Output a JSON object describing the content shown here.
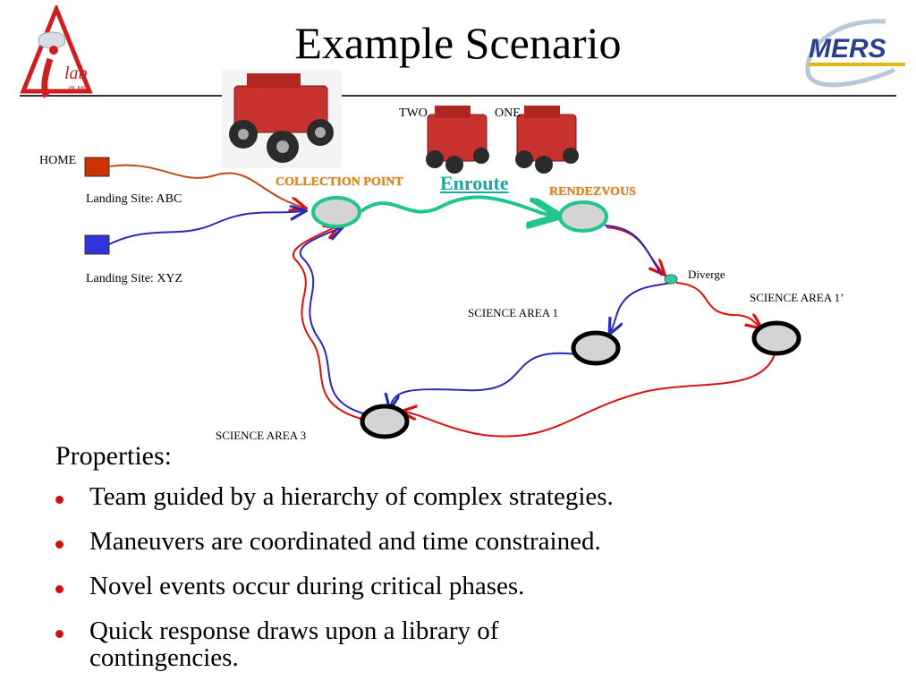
{
  "slide": {
    "title": "Example Scenario",
    "logos": {
      "left": "lab",
      "left_sub": "@ MIT",
      "right": "MERS"
    }
  },
  "diagram": {
    "robot_labels": {
      "two": "TWO",
      "one": "ONE"
    },
    "home_label": "HOME",
    "landing_abc": "Landing Site: ABC",
    "landing_xyz": "Landing Site: XYZ",
    "collection_point": "COLLECTION POINT",
    "enroute": "Enroute",
    "rendezvous": "RENDEZVOUS",
    "diverge": "Diverge",
    "science_area_1": "SCIENCE AREA 1",
    "science_area_1p": "SCIENCE AREA 1’",
    "science_area_3": "SCIENCE AREA 3",
    "colors": {
      "red_path": "#dd1111",
      "blue_path": "#2a2ab8",
      "green_path": "#22c48e",
      "orange_label": "#d98b1c",
      "home_box": "#cc3300",
      "xyz_box": "#3333dd"
    }
  },
  "properties": {
    "heading": "Properties:",
    "items": [
      "Team guided by a hierarchy of complex strategies.",
      "Maneuvers are coordinated and time constrained.",
      "Novel events occur during critical phases.",
      "Quick response draws upon a library of contingencies."
    ]
  }
}
